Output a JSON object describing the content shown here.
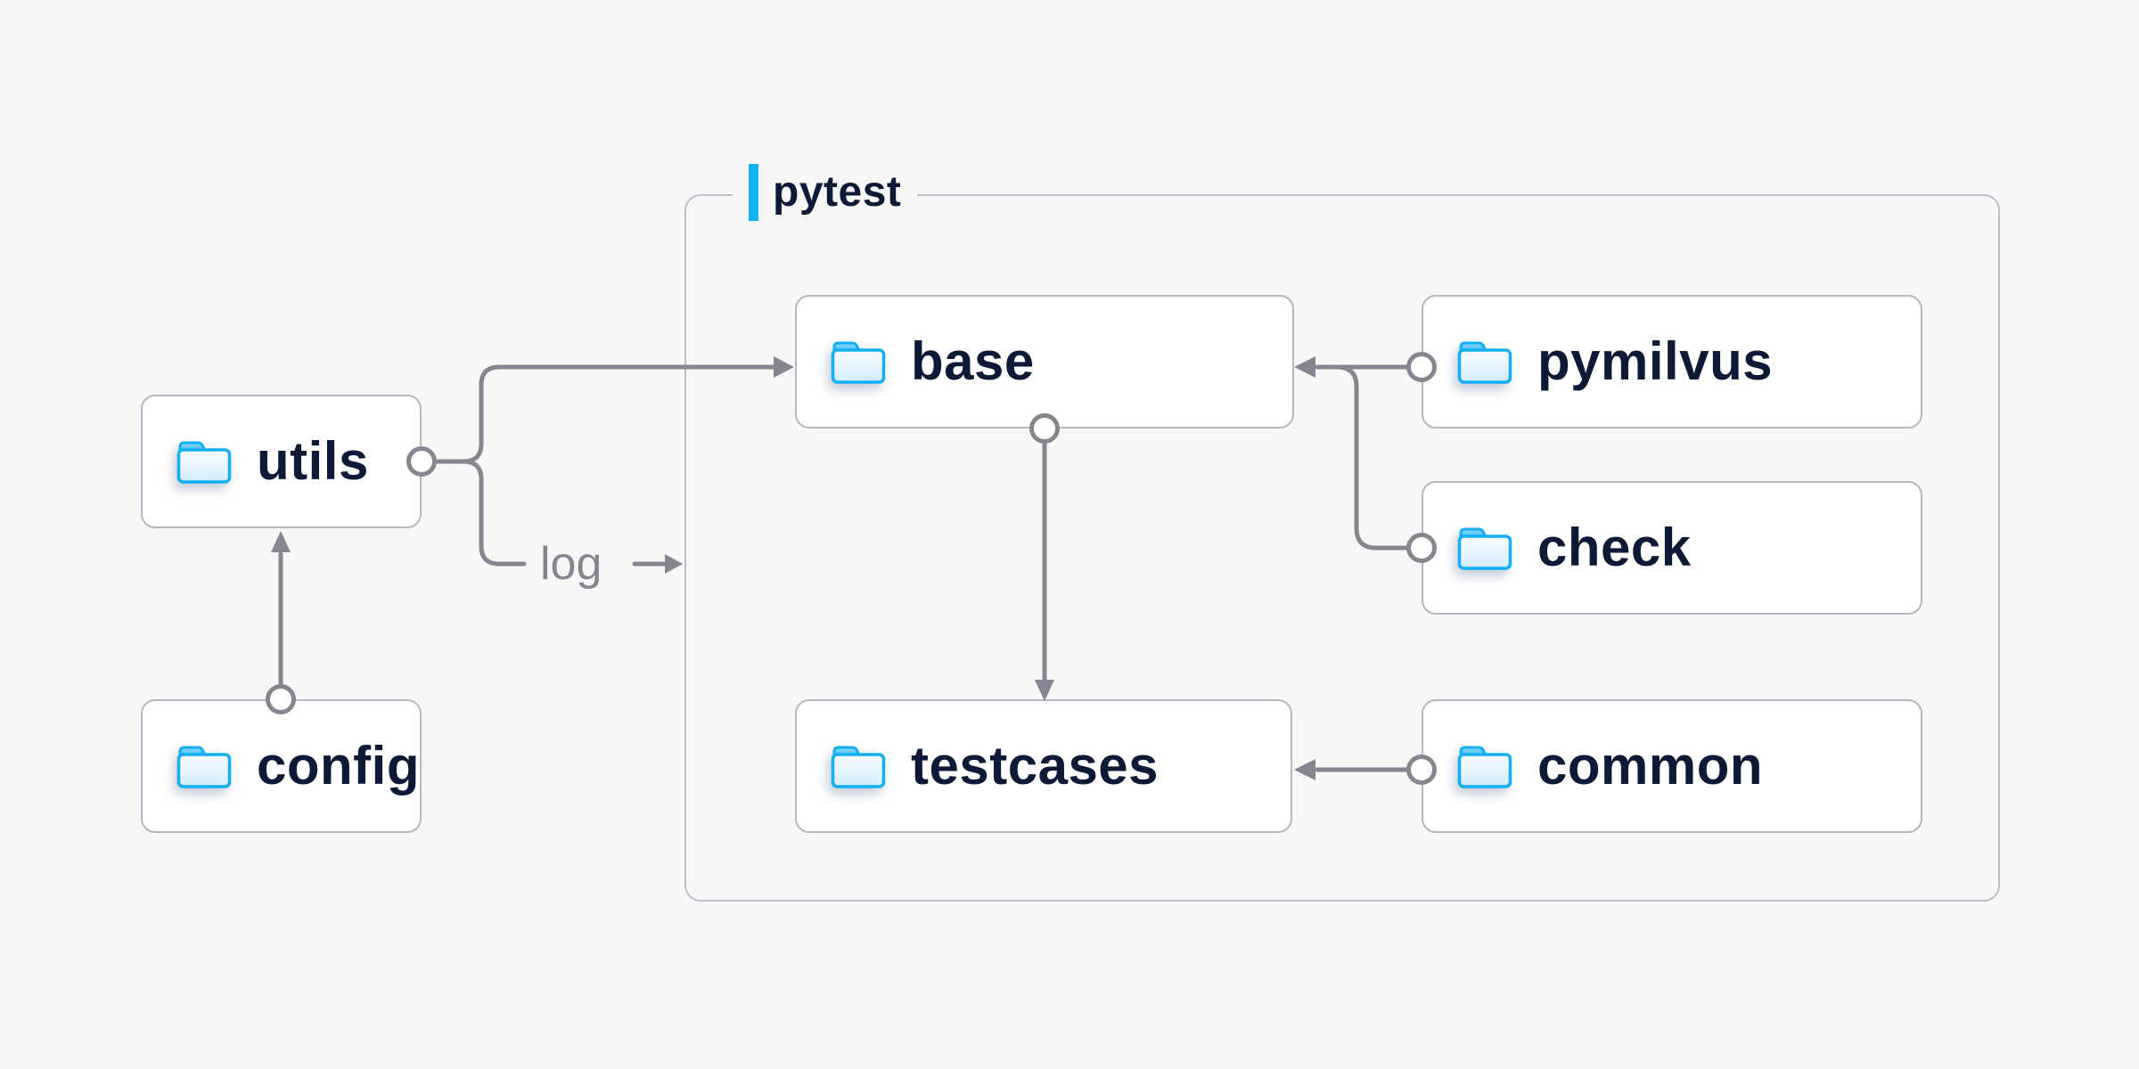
{
  "diagram": {
    "group": {
      "label": "pytest"
    },
    "nodes": {
      "utils": {
        "label": "utils",
        "icon": "folder"
      },
      "config": {
        "label": "config",
        "icon": "folder"
      },
      "base": {
        "label": "base",
        "icon": "folder"
      },
      "pymilvus": {
        "label": "pymilvus",
        "icon": "folder"
      },
      "check": {
        "label": "check",
        "icon": "folder"
      },
      "testcases": {
        "label": "testcases",
        "icon": "folder"
      },
      "common": {
        "label": "common",
        "icon": "folder"
      }
    },
    "edge_labels": {
      "log": "log"
    },
    "edges": [
      {
        "from": "utils",
        "to": "base"
      },
      {
        "from": "utils",
        "to": "pytest-group",
        "label": "log"
      },
      {
        "from": "config",
        "to": "utils"
      },
      {
        "from": "pymilvus",
        "to": "base"
      },
      {
        "from": "check",
        "to": "base"
      },
      {
        "from": "base",
        "to": "testcases"
      },
      {
        "from": "common",
        "to": "testcases"
      }
    ],
    "colors": {
      "background": "#f7f7f8",
      "node_fill": "#ffffff",
      "node_border": "#b5b7c1",
      "group_border": "#bdbfc9",
      "connector": "#85868f",
      "label_text": "#0d1a36",
      "edge_label_text": "#84858e",
      "accent_blue": "#12b3f4",
      "folder_blue": "#14aef4"
    }
  }
}
